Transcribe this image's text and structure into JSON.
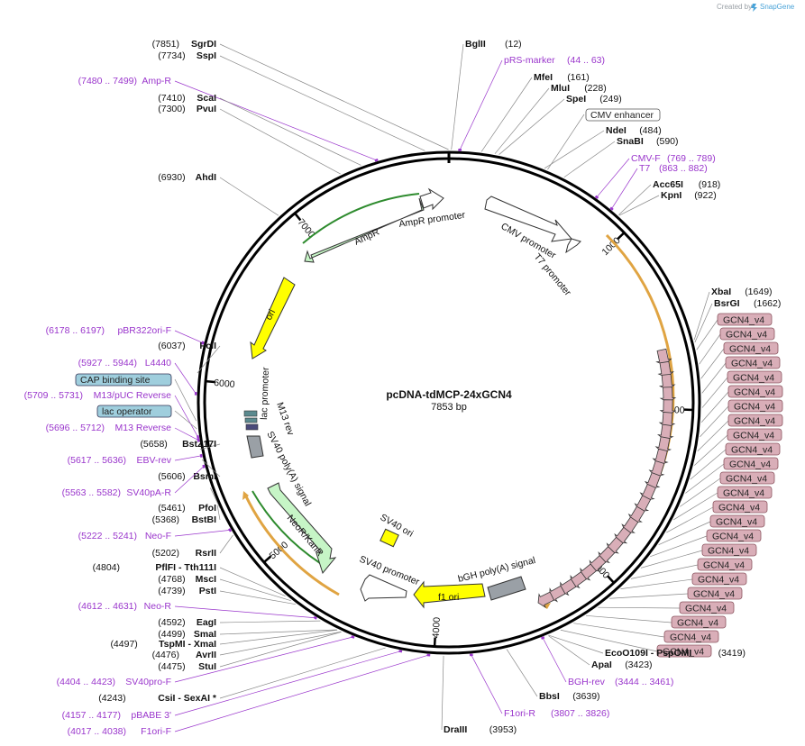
{
  "credit": {
    "created_by": "Created by",
    "brand": "SnapGene"
  },
  "plasmid": {
    "name": "pcDNA-tdMCP-24xGCN4",
    "length": "7853 bp"
  },
  "ticks": [
    "1000",
    "2000",
    "3000",
    "4000",
    "5000",
    "6000",
    "7000"
  ],
  "sites_left": [
    {
      "pos": "(7851)",
      "name": "SgrDI"
    },
    {
      "pos": "(7734)",
      "name": "SspI"
    },
    {
      "pos": "(7480 .. 7499)",
      "name": "Amp-R",
      "primer": true
    },
    {
      "pos": "(7410)",
      "name": "ScaI"
    },
    {
      "pos": "(7300)",
      "name": "PvuI"
    },
    {
      "pos": "(6930)",
      "name": "AhdI"
    },
    {
      "pos": "(6178 .. 6197)",
      "name": "pBR322ori-F",
      "primer": true
    },
    {
      "pos": "(6037)",
      "name": "PciI"
    },
    {
      "pos": "(5927 .. 5944)",
      "name": "L4440",
      "primer": true
    },
    {
      "pos": "",
      "name": "CAP binding site",
      "badge": "blue"
    },
    {
      "pos": "(5709 .. 5731)",
      "name": "M13/pUC Reverse",
      "primer": true
    },
    {
      "pos": "",
      "name": "lac operator",
      "badge": "blue"
    },
    {
      "pos": "(5696 .. 5712)",
      "name": "M13 Reverse",
      "primer": true
    },
    {
      "pos": "(5658)",
      "name": "BstZ17I"
    },
    {
      "pos": "(5617 .. 5636)",
      "name": "EBV-rev",
      "primer": true
    },
    {
      "pos": "(5606)",
      "name": "BsmI"
    },
    {
      "pos": "(5563 .. 5582)",
      "name": "SV40pA-R",
      "primer": true
    },
    {
      "pos": "(5461)",
      "name": "PfoI"
    },
    {
      "pos": "(5368)",
      "name": "BstBI"
    },
    {
      "pos": "(5222 .. 5241)",
      "name": "Neo-F",
      "primer": true
    },
    {
      "pos": "(5202)",
      "name": "RsrII"
    },
    {
      "pos": "(4804)",
      "name": "PflFI - Tth111I"
    },
    {
      "pos": "(4768)",
      "name": "MscI"
    },
    {
      "pos": "(4739)",
      "name": "PstI"
    },
    {
      "pos": "(4612 .. 4631)",
      "name": "Neo-R",
      "primer": true
    },
    {
      "pos": "(4592)",
      "name": "EagI"
    },
    {
      "pos": "(4499)",
      "name": "SmaI"
    },
    {
      "pos": "(4497)",
      "name": "TspMI - XmaI"
    },
    {
      "pos": "(4476)",
      "name": "AvrII"
    },
    {
      "pos": "(4475)",
      "name": "StuI"
    },
    {
      "pos": "(4404 .. 4423)",
      "name": "SV40pro-F",
      "primer": true
    },
    {
      "pos": "(4243)",
      "name": "CsiI - SexAI *"
    },
    {
      "pos": "(4157 .. 4177)",
      "name": "pBABE 3'",
      "primer": true
    },
    {
      "pos": "(4017 .. 4038)",
      "name": "F1ori-F",
      "primer": true
    }
  ],
  "sites_right": [
    {
      "name": "BglII",
      "pos": "(12)"
    },
    {
      "name": "pRS-marker",
      "pos": "(44 .. 63)",
      "primer": true
    },
    {
      "name": "MfeI",
      "pos": "(161)"
    },
    {
      "name": "MluI",
      "pos": "(228)"
    },
    {
      "name": "SpeI",
      "pos": "(249)"
    },
    {
      "name": "CMV enhancer",
      "pos": "",
      "badge": "white"
    },
    {
      "name": "NdeI",
      "pos": "(484)"
    },
    {
      "name": "SnaBI",
      "pos": "(590)"
    },
    {
      "name": "CMV-F",
      "pos": "(769 .. 789)",
      "primer": true
    },
    {
      "name": "T7",
      "pos": "(863 .. 882)",
      "primer": true
    },
    {
      "name": "Acc65I",
      "pos": "(918)"
    },
    {
      "name": "KpnI",
      "pos": "(922)"
    },
    {
      "name": "XbaI",
      "pos": "(1649)"
    },
    {
      "name": "BsrGI",
      "pos": "(1662)"
    },
    {
      "name": "EcoO109I - PspOMI",
      "pos": "(3419)"
    },
    {
      "name": "ApaI",
      "pos": "(3423)"
    },
    {
      "name": "BGH-rev",
      "pos": "(3444 .. 3461)",
      "primer": true
    },
    {
      "name": "BbsI",
      "pos": "(3639)"
    },
    {
      "name": "F1ori-R",
      "pos": "(3807 .. 3826)",
      "primer": true
    },
    {
      "name": "DraIII",
      "pos": "(3953)"
    }
  ],
  "gcn4_label": "GCN4_v4",
  "gcn4_count": 24,
  "features": {
    "ampr": "AmpR",
    "ampr_promoter": "AmpR promoter",
    "ori": "ori",
    "lac_promoter": "lac promoter",
    "m13_rev": "M13 rev",
    "sv40_polya": "SV40 poly(A) signal",
    "neor": "NeoR/KanR",
    "sv40_ori": "SV40 ori",
    "sv40_promoter": "SV40 promoter",
    "f1_ori": "f1 ori",
    "bgh_polya": "bGH poly(A) signal",
    "cmv_promoter": "CMV promoter",
    "t7_promoter": "T7 promoter"
  },
  "colors": {
    "primer": "#9a36cc",
    "gcn4_fill": "#d9aeb8",
    "orf_outline": "#e0a442",
    "ampr_fill": "#c6f5c6",
    "ori_fill": "#ffff00",
    "badge_blue": "#9fcedd",
    "grey_feature": "#9aa0a6"
  }
}
